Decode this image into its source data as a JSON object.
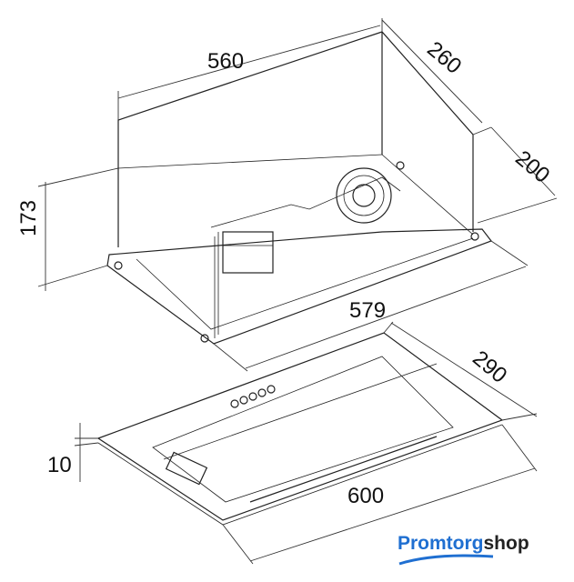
{
  "dimensions": {
    "top_width": "560",
    "top_depth": "260",
    "top_height_side": "200",
    "total_height": "173",
    "frame_width": "579",
    "panel_depth": "290",
    "panel_thickness": "10",
    "panel_width": "600"
  },
  "logo": {
    "part1": "Promtorg",
    "part2": "shop",
    "accent": "#1f6fd1"
  }
}
